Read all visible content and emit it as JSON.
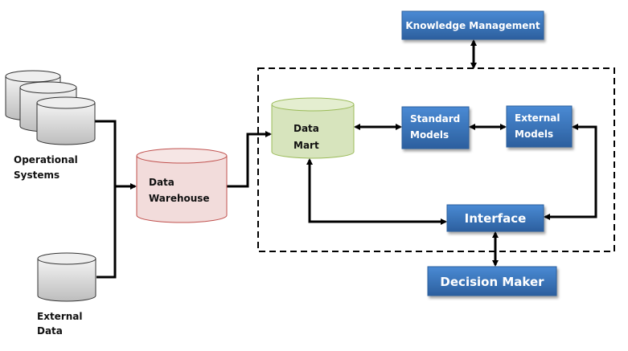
{
  "nodes": {
    "operational_systems": {
      "line1": "Operational",
      "line2": "Systems",
      "color": "#d0d0d0"
    },
    "external_data": {
      "line1": "External",
      "line2": "Data",
      "color": "#d0d0d0"
    },
    "data_warehouse": {
      "line1": "Data",
      "line2": "Warehouse",
      "color": "#f2dcdb",
      "stroke": "#c0504d"
    },
    "data_mart": {
      "line1": "Data",
      "line2": "Mart",
      "color": "#d7e4bd",
      "stroke": "#9bbb59"
    },
    "knowledge_management": {
      "label": "Knowledge Management"
    },
    "standard_models": {
      "line1": "Standard",
      "line2": "Models"
    },
    "external_models": {
      "line1": "External",
      "line2": "Models"
    },
    "interface": {
      "label": "Interface"
    },
    "decision_maker": {
      "label": "Decision Maker"
    }
  },
  "colors": {
    "box_blue_top": "#4a8ad4",
    "box_blue_bottom": "#2c5f9e"
  }
}
